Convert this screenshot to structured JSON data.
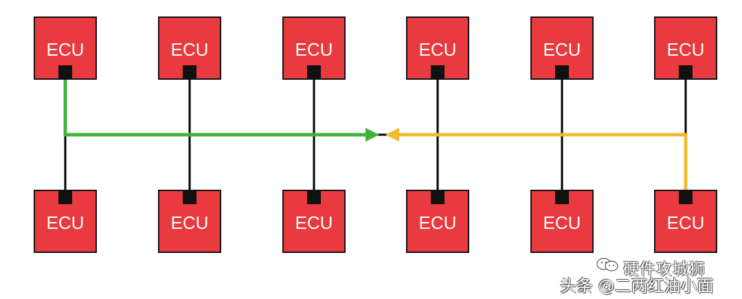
{
  "ecu_label": "ECU",
  "top_row_count": 6,
  "bottom_row_count": 6,
  "colors": {
    "ecu_fill": "#e83a3f",
    "ecu_border": "#111111",
    "connector": "#111111",
    "bus_line": "#000000",
    "green_path": "#41b23a",
    "yellow_path": "#eebb33"
  },
  "watermark": {
    "line1": "硬件攻城狮",
    "line2": "头条 @二两红油小面",
    "icon": "wechat-icon"
  }
}
